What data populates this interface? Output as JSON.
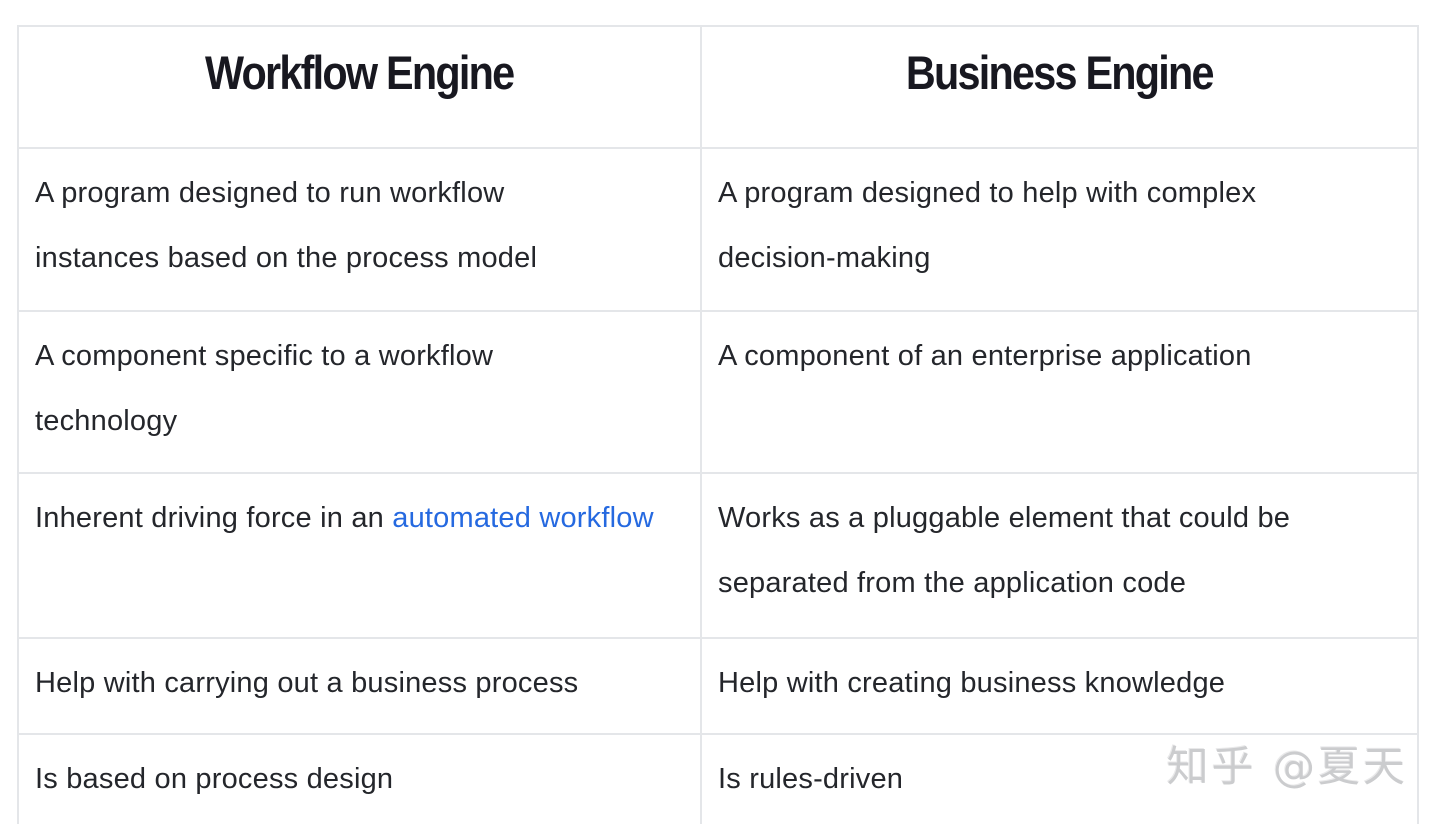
{
  "table": {
    "columns": [
      {
        "header": "Workflow Engine"
      },
      {
        "header": "Business Engine"
      }
    ],
    "rows": [
      {
        "workflow": "A program designed to run workflow\ninstances based on the process model",
        "business": "A program designed to help with complex\ndecision-making"
      },
      {
        "workflow": "A component specific to a workflow\ntechnology",
        "business": "A component of an enterprise application"
      },
      {
        "workflow_prefix": "Inherent driving force in an ",
        "workflow_link": "automated workflow",
        "business": "Works as a pluggable element that could be\nseparated from the application code"
      },
      {
        "workflow": "Help with carrying out a business process",
        "business": "Help with creating business knowledge"
      },
      {
        "workflow": "Is based on process design",
        "business": "Is rules-driven"
      }
    ]
  },
  "watermark": "知乎 @夏天",
  "colors": {
    "link_blue": "#2569e0",
    "border_gray": "#e4e6e9",
    "header_text": "#181820",
    "body_text": "#24262b",
    "watermark_gray": "#cbccce"
  }
}
